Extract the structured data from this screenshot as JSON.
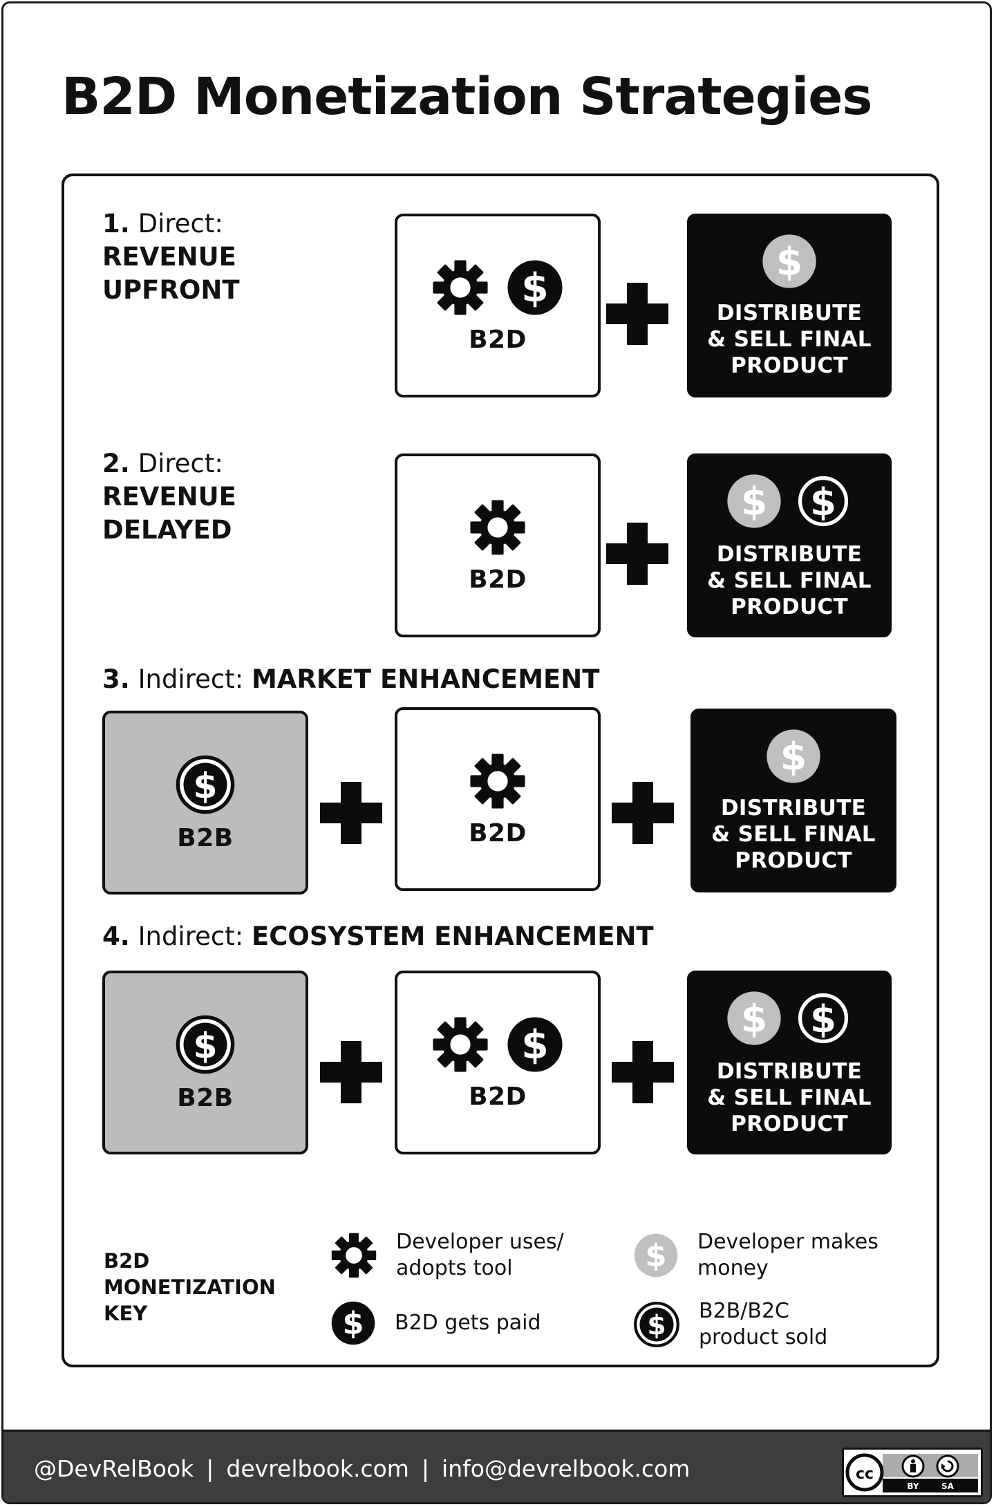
{
  "title": "B2D Monetization Strategies",
  "strategies": [
    {
      "num": "1.",
      "kind": "Direct:",
      "name_line1": "REVENUE",
      "name_line2": "UPFRONT"
    },
    {
      "num": "2.",
      "kind": "Direct:",
      "name_line1": "REVENUE",
      "name_line2": "DELAYED"
    },
    {
      "num": "3.",
      "kind": "Indirect:",
      "name": "MARKET ENHANCEMENT"
    },
    {
      "num": "4.",
      "kind": "Indirect:",
      "name": "ECOSYSTEM ENHANCEMENT"
    }
  ],
  "boxes": {
    "b2d": "B2D",
    "b2b": "B2B",
    "distribute": "DISTRIBUTE\n& SELL FINAL\nPRODUCT"
  },
  "key": {
    "title": "B2D\nMONETIZATION\nKEY",
    "items": [
      {
        "icon": "gear-icon",
        "label": "Developer uses/\nadopts tool"
      },
      {
        "icon": "dollar-black-icon",
        "label": "B2D gets paid"
      },
      {
        "icon": "dollar-grey-icon",
        "label": "Developer makes\nmoney"
      },
      {
        "icon": "dollar-outline-icon",
        "label": "B2B/B2C\nproduct sold"
      }
    ]
  },
  "footer": {
    "handle": "@DevRelBook",
    "site": "devrelbook.com",
    "email": "info@devrelbook.com",
    "separator": "|",
    "license_by": "BY",
    "license_sa": "SA"
  },
  "colors": {
    "black": "#0c0c0c",
    "grey_box": "#bcbcbe",
    "grey_dollar": "#bfbfbf",
    "footer": "#3d3d3d"
  }
}
